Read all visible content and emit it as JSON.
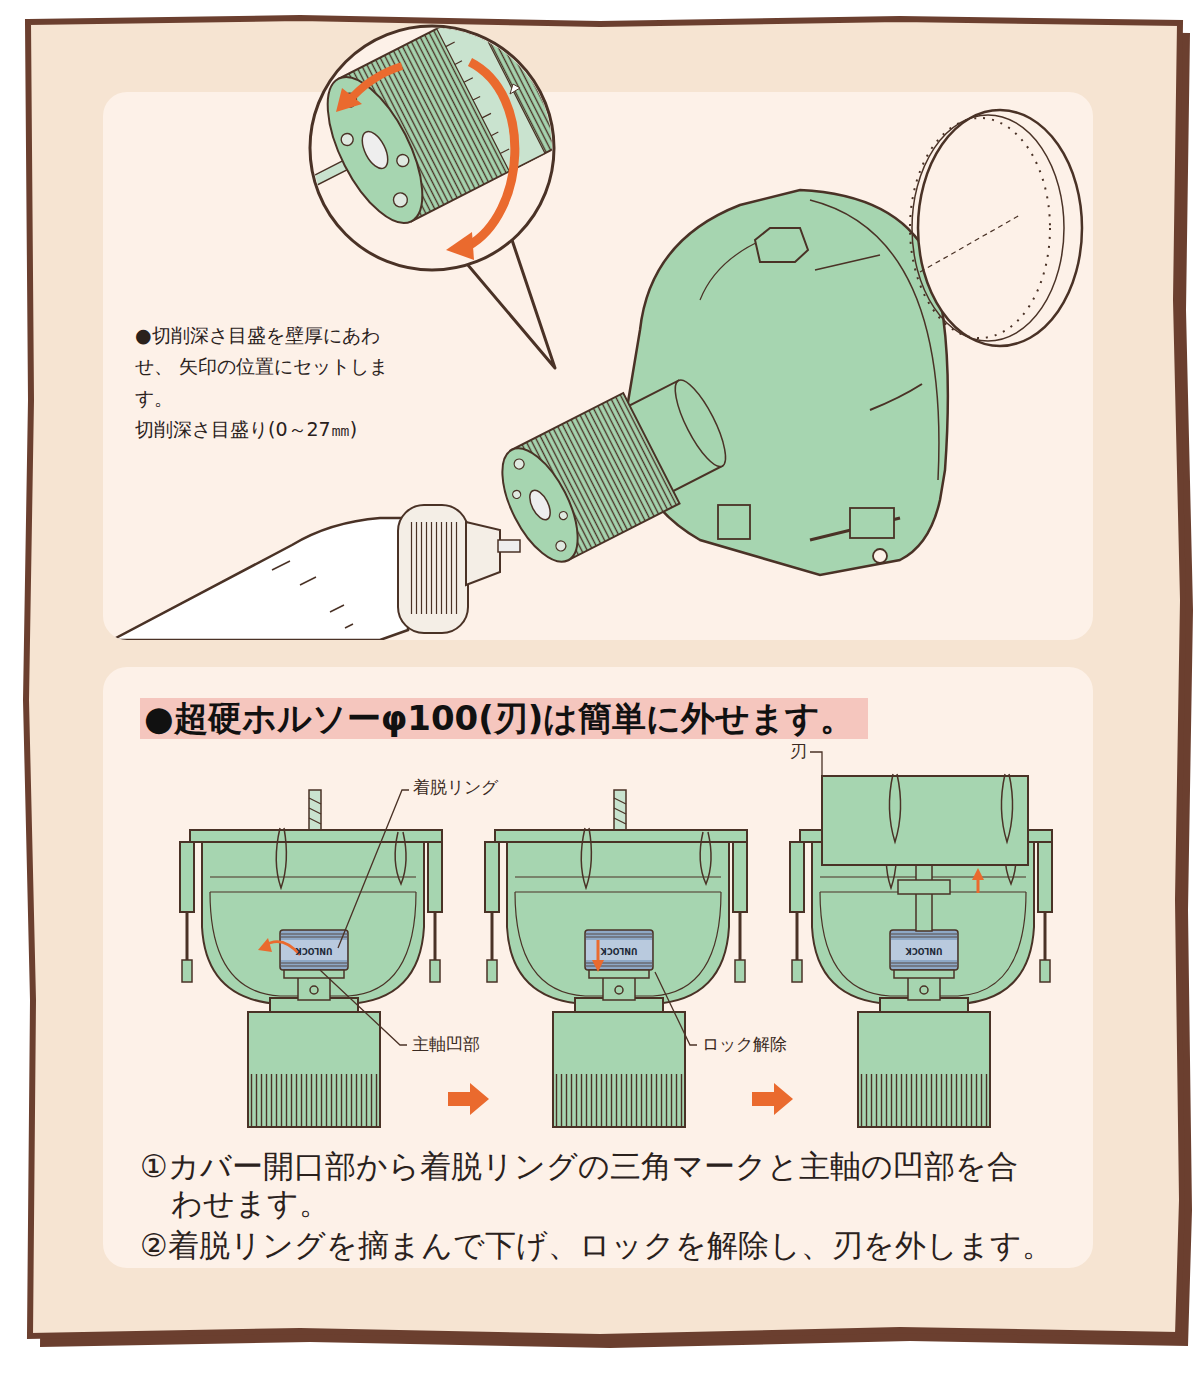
{
  "diagram": {
    "nodes": [
      {
        "text": [
          "●切削深さ目盛を壁厚にあわせ、 矢印の位置にセットします。",
          "切削深さ目盛り(0～27㎜)"
        ]
      },
      {
        "text": [
          "①カバー開口部から着脱リングの三角マークと主軸の凹部を合 わせます。",
          "②着脱リングを摘まんで下げ、ロックを解除し、刃を外します。"
        ]
      },
      {
        "text": [
          "●超硬ホルソーφ100(刃)は簡単に外せます。"
        ],
        "in": 1
      }
    ],
    "labels": [
      "刃",
      "着脱リング",
      "UNLOCK",
      "UNLOCK",
      "UNLOCK",
      "主軸凹部",
      "ロック解除"
    ]
  }
}
